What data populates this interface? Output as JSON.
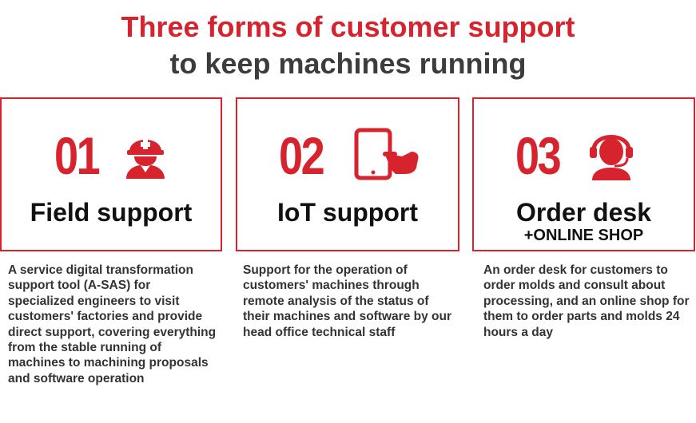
{
  "header": {
    "title_line1": "Three forms of customer support",
    "title_line2": "to keep machines running"
  },
  "colors": {
    "accent": "#d7232e",
    "text": "#333333",
    "title_dark": "#3c3c3c"
  },
  "cards": [
    {
      "number": "01",
      "icon": "worker-helmet-icon",
      "title": "Field support",
      "description": "A service digital transformation support tool (A-SAS) for specialized engineers to visit customers' factories and provide direct support, covering everything from the stable running of machines to machining proposals and software operation"
    },
    {
      "number": "02",
      "icon": "tablet-touch-icon",
      "title": "IoT support",
      "description": "Support for the operation of customers' machines through remote analysis of the status of their machines and software by our head office technical staff"
    },
    {
      "number": "03",
      "icon": "operator-headset-icon",
      "title": "Order desk",
      "subtitle": "+ONLINE SHOP",
      "description": "An order desk for customers to order molds and consult about processing, and an online shop for them to order parts and molds 24 hours a day"
    }
  ]
}
